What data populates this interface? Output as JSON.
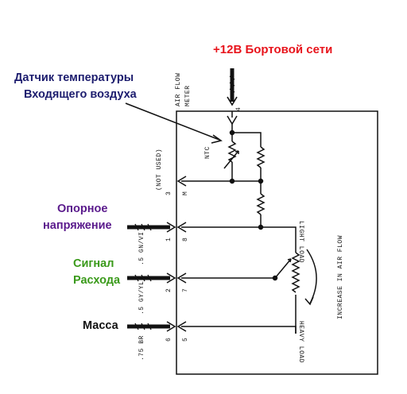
{
  "labels": {
    "power": "+12В Бортовой сети",
    "sensor_line1": "Датчик температуры",
    "sensor_line2": "Входящего воздуха",
    "ref_line1": "Опорное",
    "ref_line2": "напряжение",
    "signal_line1": "Сигнал",
    "signal_line2": "Расхода",
    "ground": "Масса"
  },
  "meter": {
    "name_line1": "AIR FLOW",
    "name_line2": "METER",
    "ntc": "NTC",
    "not_used": "(NOT USED)",
    "light_load": "LIGHT LOAD",
    "heavy_load": "HEAVY LOAD",
    "increase": "INCREASE IN AIR FLOW"
  },
  "pins": {
    "top_number": "4",
    "p3_left": "3",
    "p3_right": "M",
    "p1_left": "1",
    "p1_right": "8",
    "p2_left": "2",
    "p2_right": "7",
    "p6_left": "6",
    "p6_right": "5"
  },
  "wires": {
    "ref_wire": ".5 GN/VI",
    "signal_wire": ".5 GY/YL",
    "ground_wire": ".75 BR"
  },
  "colors": {
    "power": "#e8141c",
    "sensor": "#1c1c6e",
    "reference": "#5a1a8c",
    "signal": "#3a9a1a",
    "ground": "#111111"
  }
}
